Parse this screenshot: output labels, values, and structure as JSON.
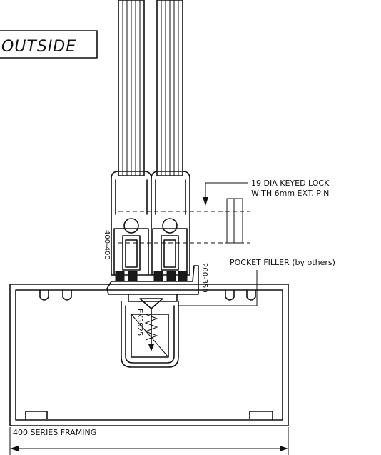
{
  "labels": {
    "outside": "OUTSIDE",
    "lock_line1": "19 DIA KEYED LOCK",
    "lock_line2": "WITH 6mm EXT. PIN",
    "pocket_filler": "POCKET FILLER (by others)",
    "framing": "400 SERIES FRAMING",
    "dim_left": "400-400",
    "dim_right": "200-350",
    "screw_code": "EK5925"
  }
}
